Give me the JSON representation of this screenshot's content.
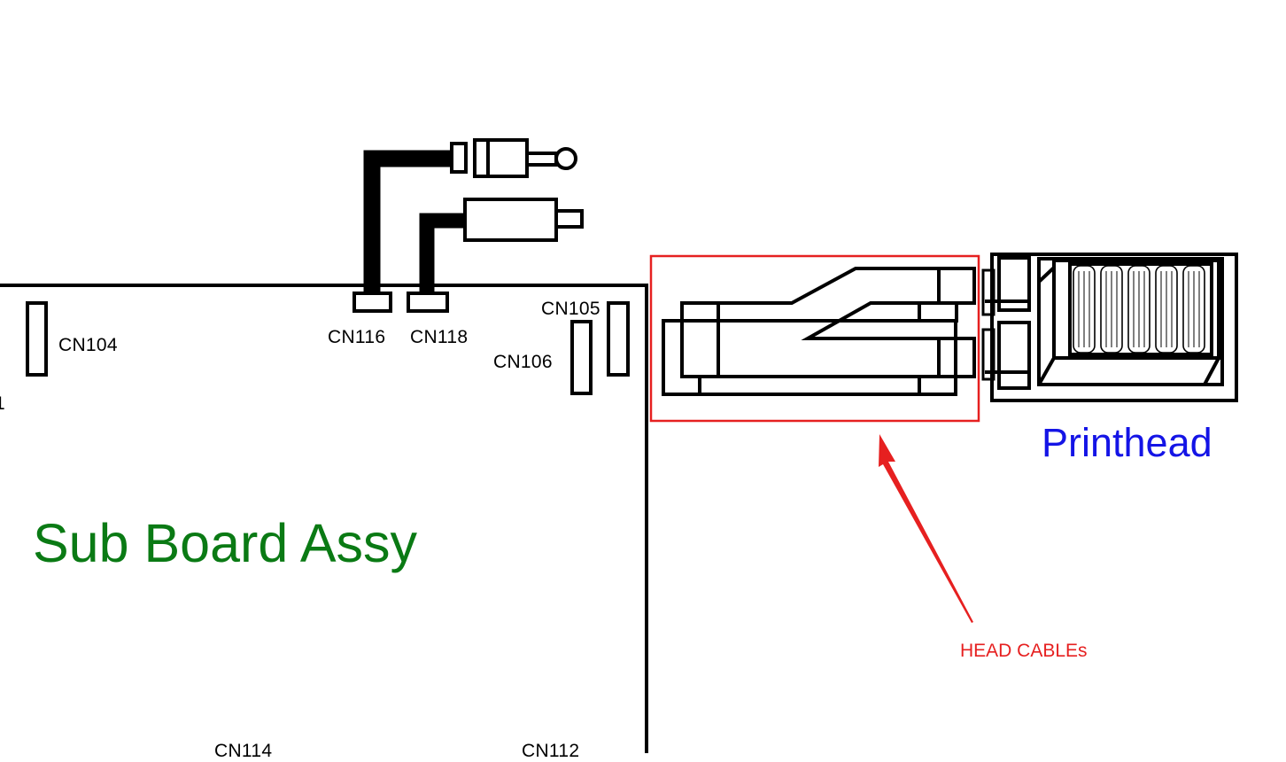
{
  "colors": {
    "line": "#000000",
    "board_label": "#0a7a14",
    "printhead_label": "#1414e6",
    "highlight": "#e62020"
  },
  "labels": {
    "sub_board": "Sub Board Assy",
    "printhead": "Printhead",
    "head_cables": "HEAD CABLEs"
  },
  "connectors": {
    "cn104": "CN104",
    "cn116": "CN116",
    "cn118": "CN118",
    "cn105": "CN105",
    "cn106": "CN106",
    "cn114": "CN114",
    "cn112": "CN112",
    "edge_fragment": "1"
  }
}
